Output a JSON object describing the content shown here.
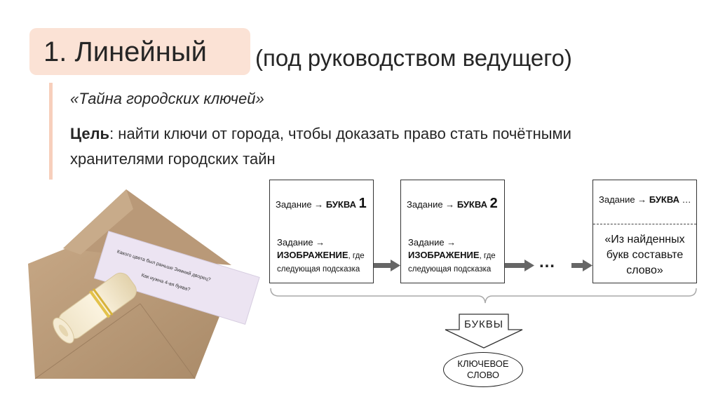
{
  "title": {
    "main": "1. Линейный",
    "sub": "(под руководством ведущего)"
  },
  "quest": {
    "name": "«Тайна городских ключей»",
    "goal_label": "Цель",
    "goal_text": ": найти ключи от города, чтобы доказать право стать почётными хранителями городских тайн"
  },
  "photo": {
    "card_line1": "Какого цвета был раньше Зимний дворец?",
    "card_line2": "Как нужна 4-ая буква?"
  },
  "tasks": [
    {
      "task_prefix": "Задание →",
      "letter_label": "БУКВА",
      "letter_num": "1",
      "task2_prefix": "Задание →",
      "image_label": "ИЗОБРАЖЕНИЕ",
      "image_suffix": ", где",
      "hint": "следующая подсказка"
    },
    {
      "task_prefix": "Задание →",
      "letter_label": "БУКВА",
      "letter_num": "2",
      "task2_prefix": "Задание →",
      "image_label": "ИЗОБРАЖЕНИЕ",
      "image_suffix": ", где",
      "hint": "следующая подсказка"
    }
  ],
  "final_task": {
    "task_prefix": "Задание →",
    "letter_label": "БУКВА",
    "letter_suffix": "…",
    "instruction": "«Из найденных букв составьте слово»"
  },
  "dots": "…",
  "letters_label": "БУКВЫ",
  "keyword": "КЛЮЧЕВОЕ СЛОВО"
}
